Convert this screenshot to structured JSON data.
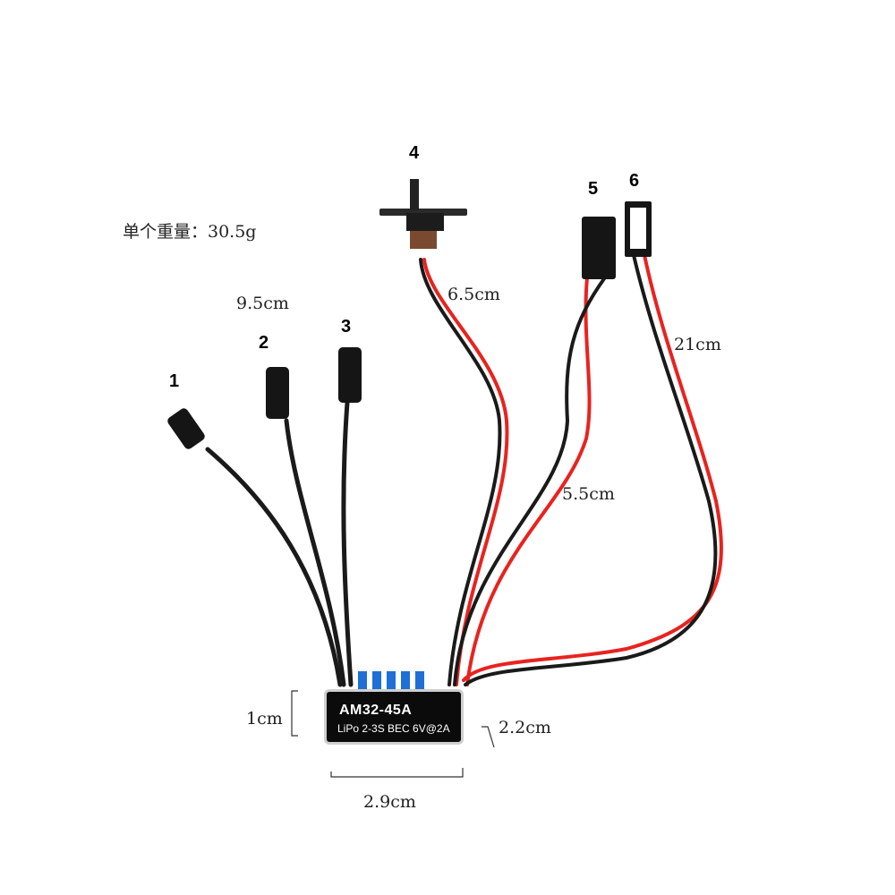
{
  "weight_label": "单个重量：30.5g",
  "product": {
    "model": "AM32-45A",
    "spec": "LiPo 2-3S  BEC 6V@2A"
  },
  "connector_numbers": [
    "1",
    "2",
    "3",
    "4",
    "5",
    "6"
  ],
  "dimensions": {
    "motor_wire": "9.5cm",
    "switch_wire": "6.5cm",
    "connector5_wire": "5.5cm",
    "connector6_wire": "21cm",
    "height": "1cm",
    "width": "2.9cm",
    "depth": "2.2cm"
  },
  "colors": {
    "red_wire": "#e8231f",
    "black_wire": "#1a1a1a",
    "heatsink": "#1f6fd6"
  }
}
